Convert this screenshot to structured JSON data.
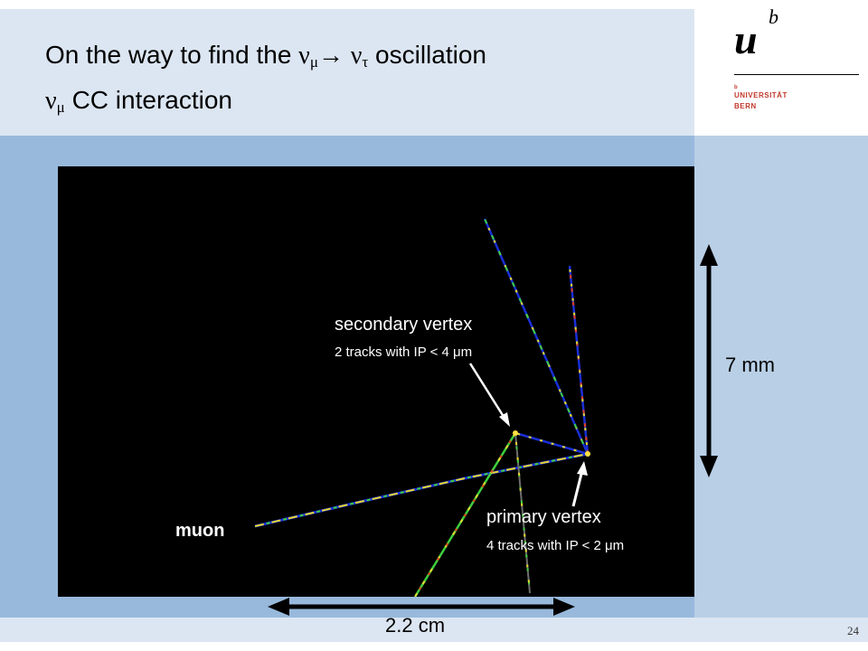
{
  "header": {
    "line1_prefix": "On the way to find the ",
    "nu": "ν",
    "mu": "μ",
    "tau": "τ",
    "arrow": "→ ",
    "line1_suffix": " oscillation",
    "line2_suffix": " CC interaction"
  },
  "logo": {
    "letter_u": "u",
    "letter_b": "b",
    "b_small": "b",
    "name_line1": "UNIVERSITÄT",
    "name_line2": "BERN"
  },
  "event_display": {
    "secondary_vertex_label": "secondary vertex",
    "secondary_vertex_detail": "2 tracks with IP < 4 μm",
    "primary_vertex_label": "primary vertex",
    "primary_vertex_detail": "4 tracks with IP < 2 μm",
    "muon_label": "muon"
  },
  "scale": {
    "vertical": "7 mm",
    "horizontal": "2.2 cm"
  },
  "page_number": "24",
  "colors": {
    "top_band": "#dce6f2",
    "mid_band": "#98b9dc",
    "track_blue": "#1a2fd6",
    "track_yellow": "#e6d830",
    "track_green": "#3ecf3e",
    "track_red": "#e04020",
    "logo_red": "#c0392b"
  }
}
